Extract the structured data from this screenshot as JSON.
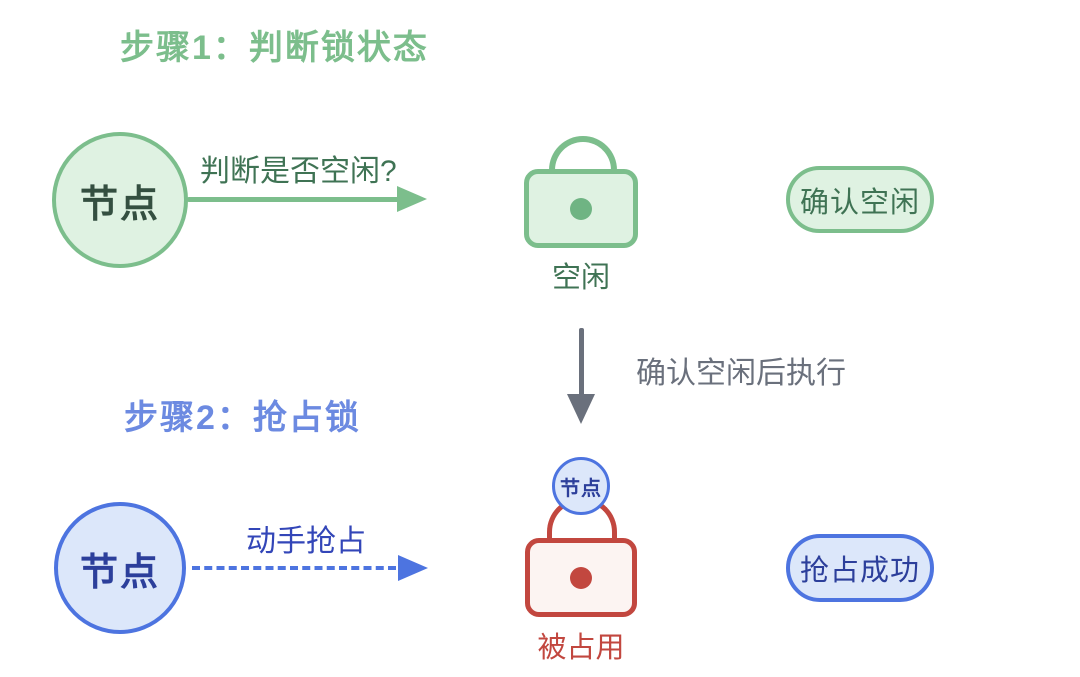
{
  "colors": {
    "bg": "#ffffff",
    "green_accent": "#7cbe8c",
    "green_fill": "#dff2e2",
    "green_title": "#7cbe8c",
    "green_text": "#3f7354",
    "green_node_text": "#344f40",
    "green_dot": "#6fb483",
    "gray_arrow": "#6a707c",
    "blue_accent": "#4d74e0",
    "blue_fill": "#dce7fa",
    "blue_title": "#6c8ae1",
    "blue_text": "#2c3f9b",
    "blue_label": "#3346b8",
    "red_accent": "#c2473f",
    "red_fill": "#fcf4f2"
  },
  "step1": {
    "title": "步骤1：判断锁状态",
    "node_label": "节点",
    "arrow_label": "判断是否空闲?",
    "lock_label": "空闲",
    "pill_label": "确认空闲"
  },
  "transition": {
    "label": "确认空闲后执行"
  },
  "step2": {
    "title": "步骤2：抢占锁",
    "node_label": "节点",
    "arrow_label": "动手抢占",
    "occupier_label": "节点",
    "lock_label": "被占用",
    "pill_label": "抢占成功"
  }
}
